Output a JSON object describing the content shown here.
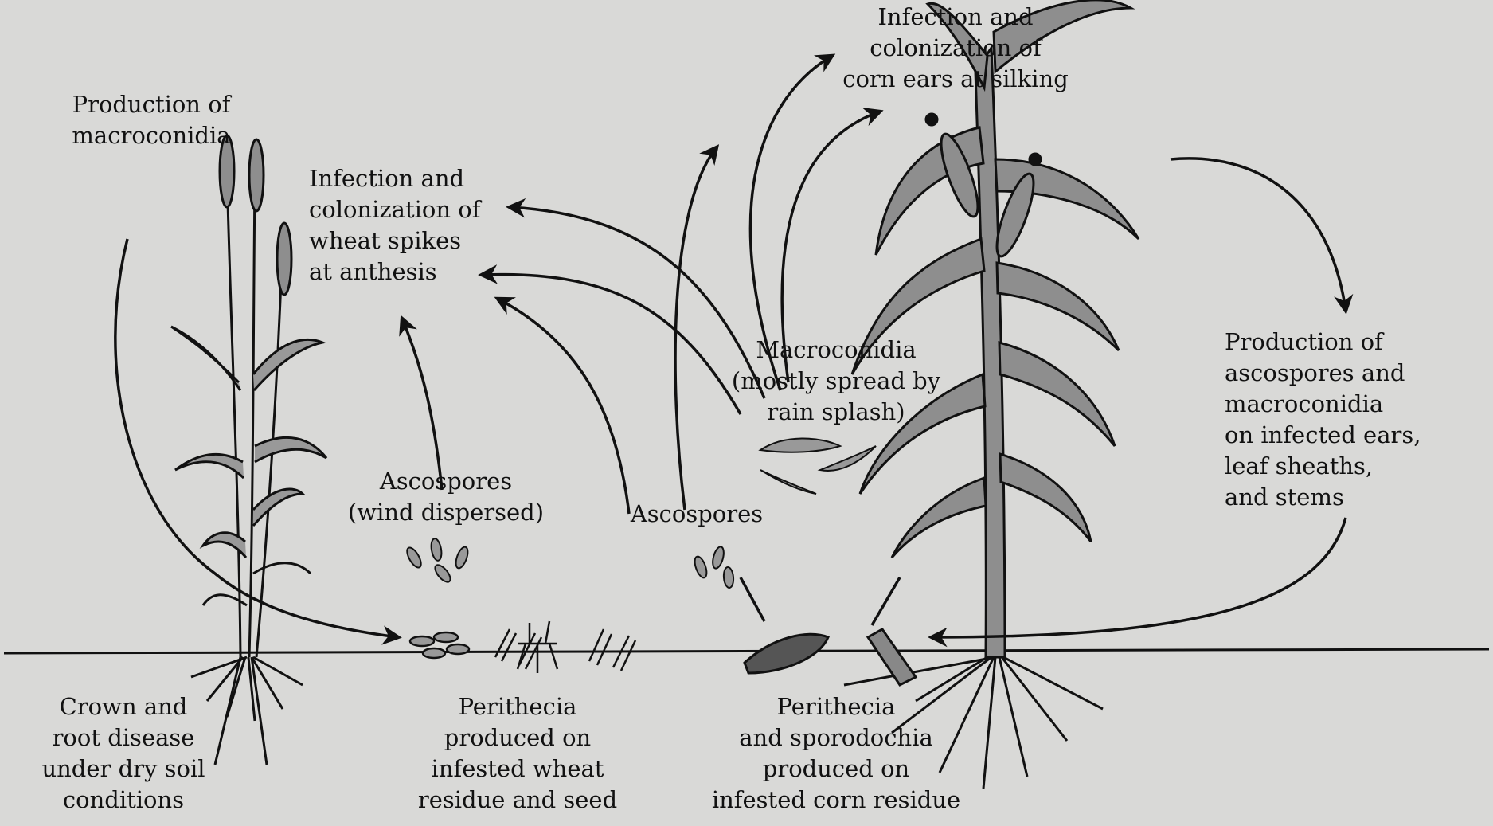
{
  "labels": {
    "production_macroconidia": [
      "Production of",
      "macroconidia"
    ],
    "infection_wheat": [
      "Infection and",
      "colonization of",
      "wheat spikes",
      "at anthesis"
    ],
    "infection_corn": [
      "Infection and",
      "colonization of",
      "corn ears at silking"
    ],
    "macroconidia_spread": [
      "Macroconidia",
      "(mostly spread by",
      "rain splash)"
    ],
    "production_ascospores": [
      "Production of",
      "ascospores and",
      "macroconidia",
      "on infected ears,",
      "leaf sheaths,",
      "and stems"
    ],
    "ascospores_wind": [
      "Ascospores",
      "(wind dispersed)"
    ],
    "ascospores": [
      "Ascospores"
    ],
    "crown_root": [
      "Crown and",
      "root disease",
      "under dry soil",
      "conditions"
    ],
    "perithecia_wheat": [
      "Perithecia",
      "produced on",
      "infested wheat",
      "residue and seed"
    ],
    "perithecia_corn": [
      "Perithecia",
      "and sporodochia",
      "produced on",
      "infested corn residue"
    ]
  },
  "colors": {
    "background": "#d9d9d7",
    "ink": "#111111",
    "plant_fill": "#8e8e8e"
  }
}
